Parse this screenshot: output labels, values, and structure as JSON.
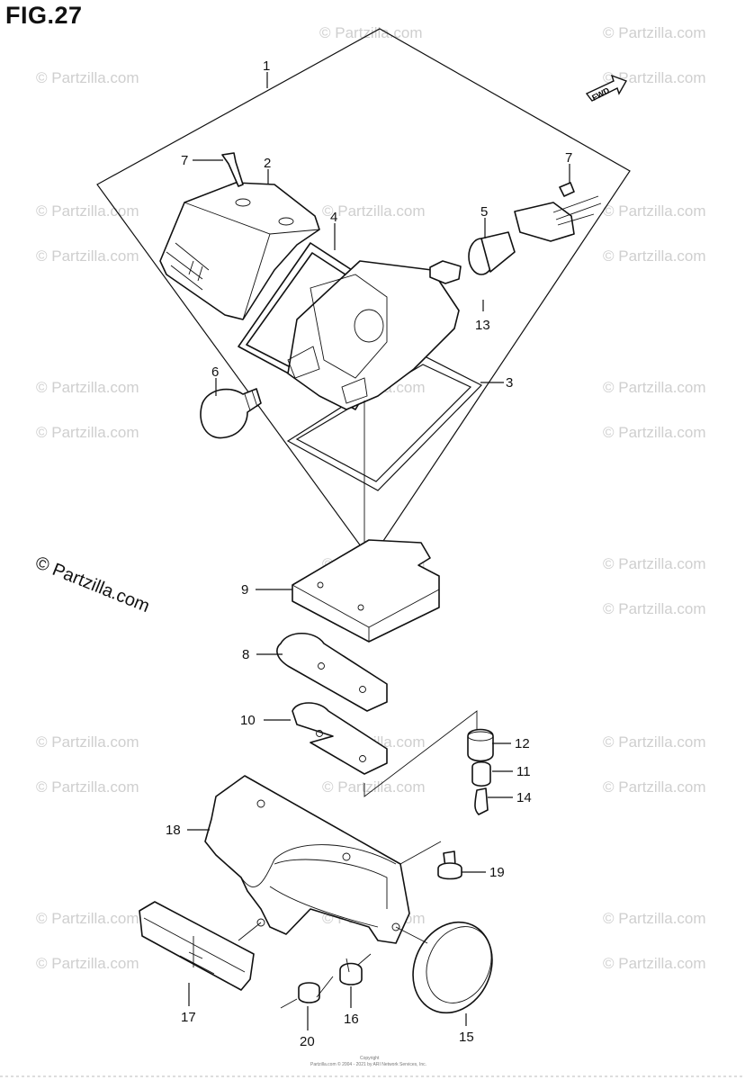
{
  "figure": {
    "title": "FIG.27"
  },
  "fwd_label": "FWD",
  "watermark": "© Partzilla.com",
  "watermark_main": "© Partzilla.com",
  "copyright_lines": [
    "Copyright",
    "Partzilla.com © 2004 - 2021 by ARI Network Services, Inc."
  ],
  "callouts": [
    {
      "id": "1",
      "label": "1"
    },
    {
      "id": "2",
      "label": "2"
    },
    {
      "id": "3",
      "label": "3"
    },
    {
      "id": "4",
      "label": "4"
    },
    {
      "id": "5",
      "label": "5"
    },
    {
      "id": "6",
      "label": "6"
    },
    {
      "id": "7a",
      "label": "7"
    },
    {
      "id": "7b",
      "label": "7"
    },
    {
      "id": "8",
      "label": "8"
    },
    {
      "id": "9",
      "label": "9"
    },
    {
      "id": "10",
      "label": "10"
    },
    {
      "id": "11",
      "label": "11"
    },
    {
      "id": "12",
      "label": "12"
    },
    {
      "id": "13",
      "label": "13"
    },
    {
      "id": "14",
      "label": "14"
    },
    {
      "id": "15",
      "label": "15"
    },
    {
      "id": "16",
      "label": "16"
    },
    {
      "id": "17",
      "label": "17"
    },
    {
      "id": "18",
      "label": "18"
    },
    {
      "id": "19",
      "label": "19"
    },
    {
      "id": "20",
      "label": "20"
    }
  ]
}
